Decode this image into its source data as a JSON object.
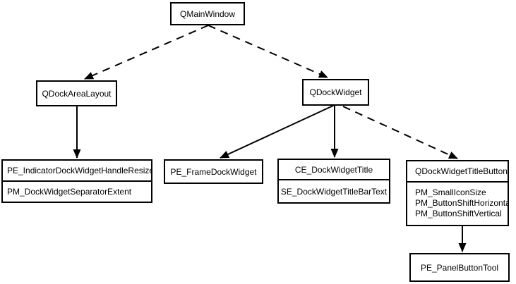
{
  "colors": {
    "background": "#ffffff",
    "line": "#000000",
    "text": "#000000",
    "node_fill": "#ffffff"
  },
  "nodes": {
    "qmainwindow": {
      "label": "QMainWindow"
    },
    "qdockarealayout": {
      "label": "QDockAreaLayout"
    },
    "qdockwidget": {
      "label": "QDockWidget"
    },
    "dock_separator": {
      "primary": "PE_IndicatorDockWidgetHandleResize",
      "secondary": "PM_DockWidgetSeparatorExtent"
    },
    "frame_dock_widget": {
      "label": "PE_FrameDockWidget"
    },
    "dock_title": {
      "primary": "CE_DockWidgetTitle",
      "secondary": "SE_DockWidgetTitleBarText"
    },
    "title_button": {
      "label": "QDockWidgetTitleButton",
      "items": [
        "PM_SmallIconSize",
        "PM_ButtonShiftHorizontal",
        "PM_ButtonShiftVertical"
      ]
    },
    "panel_button_tool": {
      "label": "PE_PanelButtonTool"
    }
  },
  "edges": [
    {
      "from": "QMainWindow",
      "to": "QDockAreaLayout",
      "style": "dashed"
    },
    {
      "from": "QMainWindow",
      "to": "QDockWidget",
      "style": "dashed"
    },
    {
      "from": "QDockAreaLayout",
      "to": "PE_IndicatorDockWidgetHandleResize",
      "style": "solid"
    },
    {
      "from": "QDockWidget",
      "to": "PE_FrameDockWidget",
      "style": "solid"
    },
    {
      "from": "QDockWidget",
      "to": "CE_DockWidgetTitle",
      "style": "solid"
    },
    {
      "from": "QDockWidget",
      "to": "QDockWidgetTitleButton",
      "style": "dashed"
    },
    {
      "from": "QDockWidgetTitleButton",
      "to": "PE_PanelButtonTool",
      "style": "solid"
    }
  ]
}
